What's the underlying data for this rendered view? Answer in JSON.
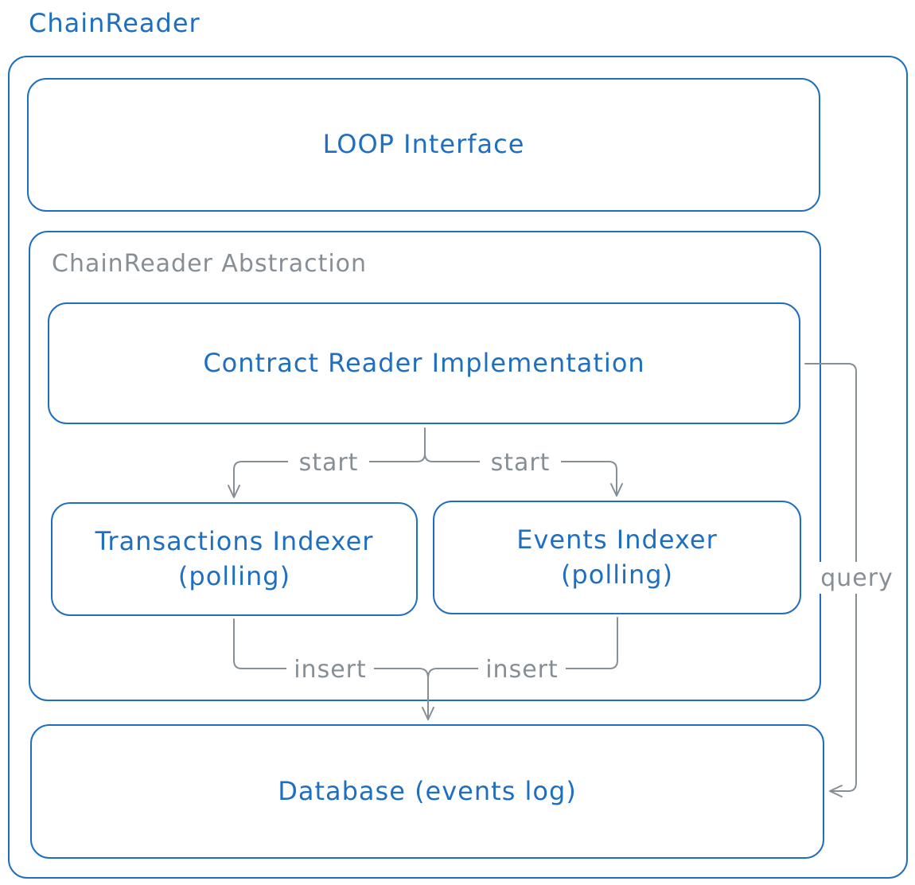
{
  "diagram": {
    "title": "ChainReader",
    "abstraction_label": "ChainReader Abstraction",
    "nodes": {
      "loop_interface": "LOOP Interface",
      "contract_reader": "Contract Reader Implementation",
      "transactions_indexer": "Transactions Indexer\n(polling)",
      "events_indexer": "Events Indexer\n(polling)",
      "database": "Database (events log)"
    },
    "edges": {
      "start_left": "start",
      "start_right": "start",
      "insert_left": "insert",
      "insert_right": "insert",
      "query": "query"
    },
    "colors": {
      "primary": "#1f6fc1",
      "secondary": "#868e96"
    }
  }
}
